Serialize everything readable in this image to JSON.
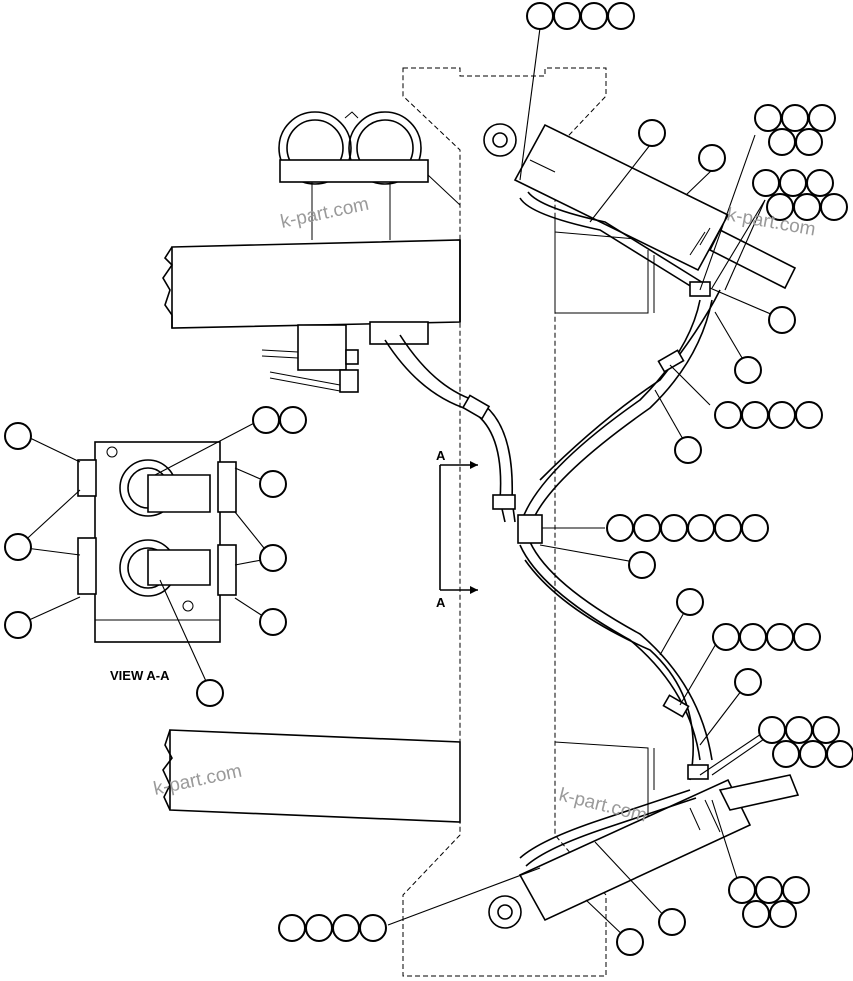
{
  "diagram": {
    "view_label": "VIEW A-A",
    "section_marker": "A",
    "watermark": "k-part.com",
    "line_color": "#000000",
    "watermark_color": "#9a9a9a"
  }
}
